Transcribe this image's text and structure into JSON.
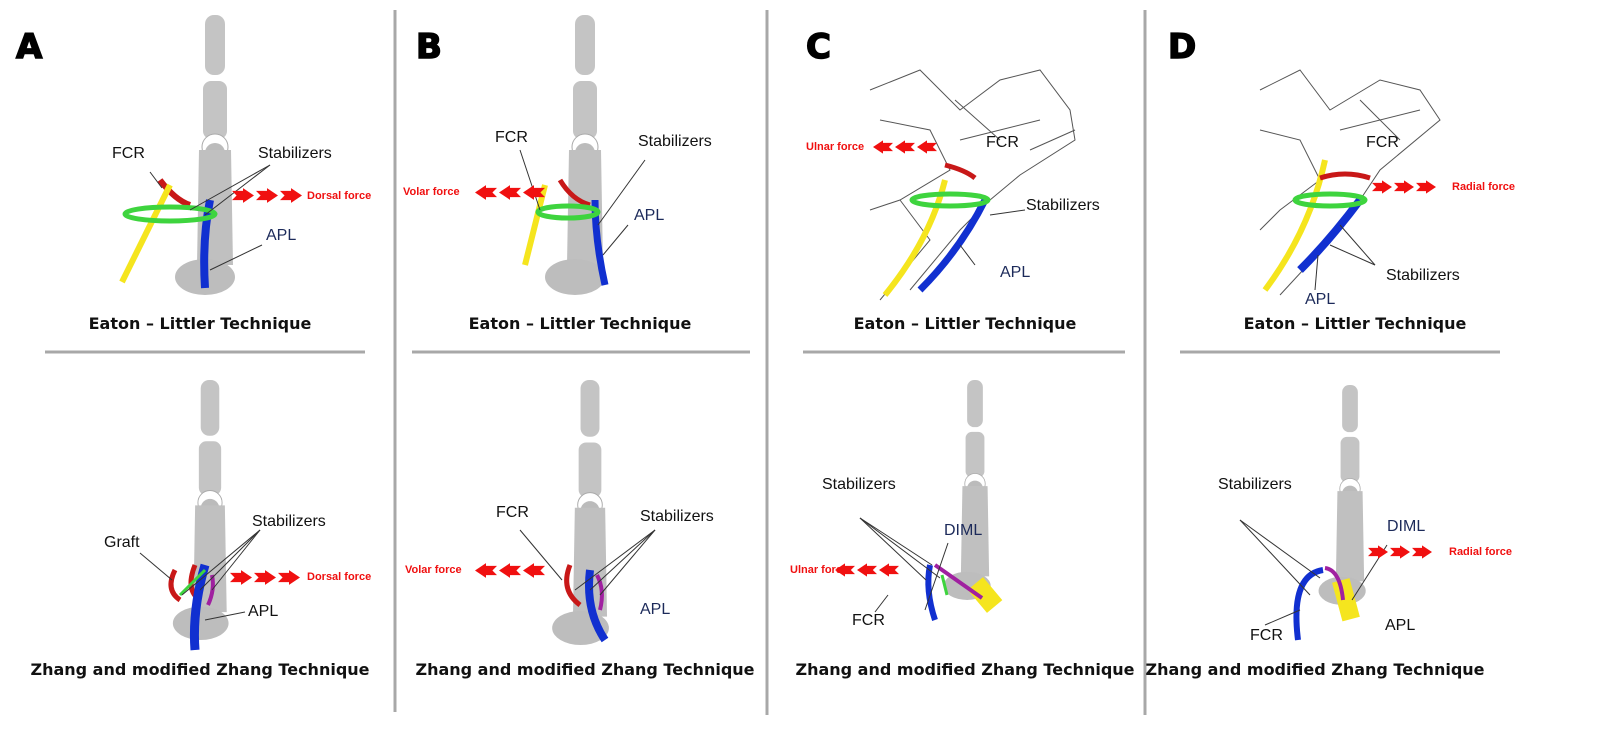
{
  "panels": [
    {
      "letter": "A",
      "top": {
        "labels": {
          "fcr": "FCR",
          "stabilizers": "Stabilizers",
          "apl": "APL"
        },
        "force": "Dorsal force",
        "caption": "Eaton – Littler Technique"
      },
      "bottom": {
        "labels": {
          "graft": "Graft",
          "stabilizers": "Stabilizers",
          "apl": "APL"
        },
        "force": "Dorsal force",
        "caption": "Zhang and modified Zhang Technique"
      }
    },
    {
      "letter": "B",
      "top": {
        "labels": {
          "fcr": "FCR",
          "stabilizers": "Stabilizers",
          "apl": "APL"
        },
        "force": "Volar force",
        "caption": "Eaton – Littler Technique"
      },
      "bottom": {
        "labels": {
          "fcr": "FCR",
          "stabilizers": "Stabilizers",
          "apl": "APL"
        },
        "force": "Volar force",
        "caption": "Zhang and modified Zhang Technique"
      }
    },
    {
      "letter": "C",
      "top": {
        "labels": {
          "fcr": "FCR",
          "stabilizers": "Stabilizers",
          "apl": "APL"
        },
        "force": "Ulnar force",
        "caption": "Eaton – Littler Technique"
      },
      "bottom": {
        "labels": {
          "stabilizers": "Stabilizers",
          "diml": "DIML",
          "fcr": "FCR"
        },
        "force": "Ulnar force",
        "caption": "Zhang and modified Zhang Technique"
      }
    },
    {
      "letter": "D",
      "top": {
        "labels": {
          "fcr": "FCR",
          "stabilizers": "Stabilizers",
          "apl": "APL"
        },
        "force": "Radial force",
        "caption": "Eaton – Littler Technique"
      },
      "bottom": {
        "labels": {
          "stabilizers": "Stabilizers",
          "diml": "DIML",
          "fcr": "FCR",
          "apl": "APL"
        },
        "force": "Radial force",
        "caption": "Zhang and modified Zhang Technique"
      }
    }
  ],
  "colors": {
    "fcr": "#f5e51e",
    "apl": "#1130d0",
    "stabilizers": "#3ed43e",
    "graft": "#c81818",
    "diml": "#a020a0",
    "force": "#f01010",
    "bone": "#c8c8c8"
  }
}
